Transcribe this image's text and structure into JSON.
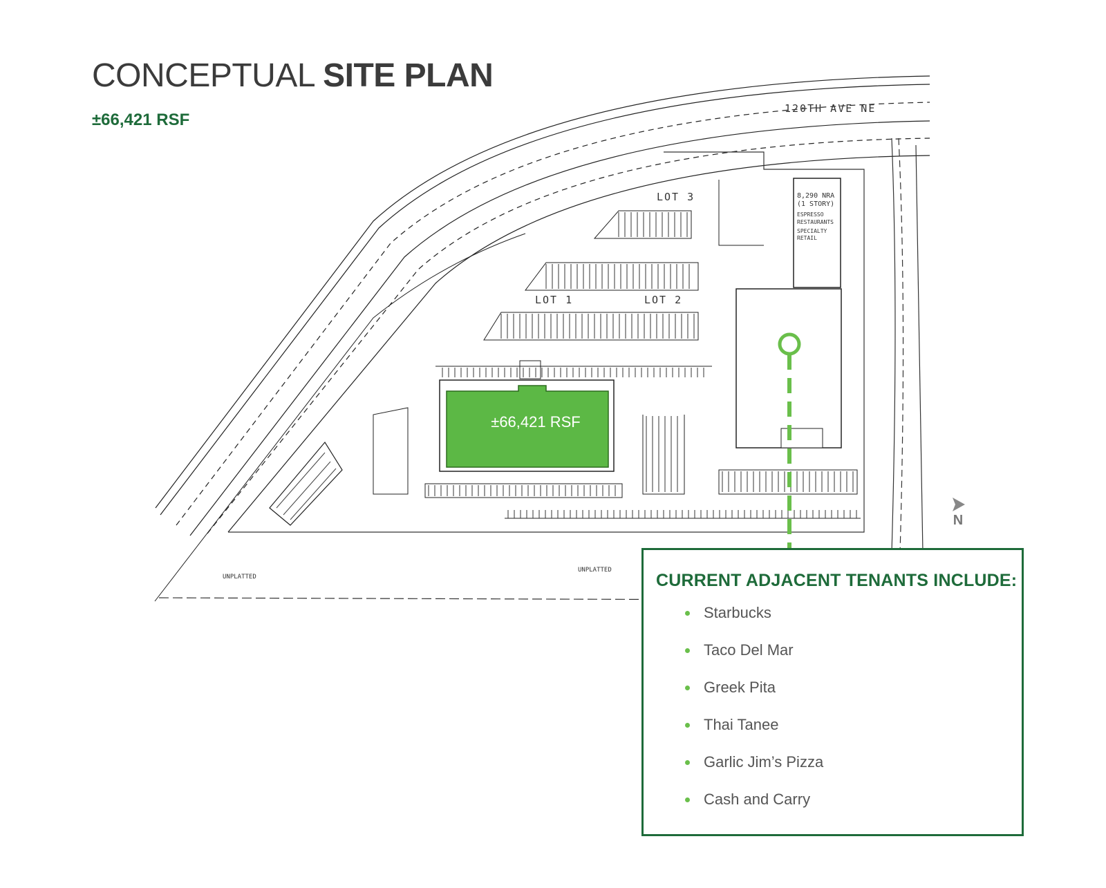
{
  "title": {
    "light": "CONCEPTUAL",
    "bold": "SITE PLAN"
  },
  "subtitle": "±66,421 RSF",
  "building_label": "±66,421 RSF",
  "plan_labels": {
    "street": "120TH AVE NE",
    "lot1": "LOT 1",
    "lot2": "LOT 2",
    "lot3": "LOT 3",
    "pad_area": "8,290 NRA",
    "pad_story": "(1 STORY)",
    "pad_use1": "ESPRESSO",
    "pad_use2": "RESTAURANTS",
    "pad_use3": "SPECIALTY",
    "pad_use4": "RETAIL",
    "unplatted_left": "UNPLATTED",
    "unplatted_right": "UNPLATTED"
  },
  "north": "N",
  "tenants": {
    "heading": "CURRENT ADJACENT TENANTS INCLUDE:",
    "items": [
      "Starbucks",
      "Taco Del Mar",
      "Greek Pita",
      "Thai Tanee",
      "Garlic Jim’s Pizza",
      "Cash and Carry"
    ]
  },
  "colors": {
    "brand_green": "#1e6b3a",
    "accent_green": "#6abf4b",
    "building_fill": "#5cb845"
  }
}
